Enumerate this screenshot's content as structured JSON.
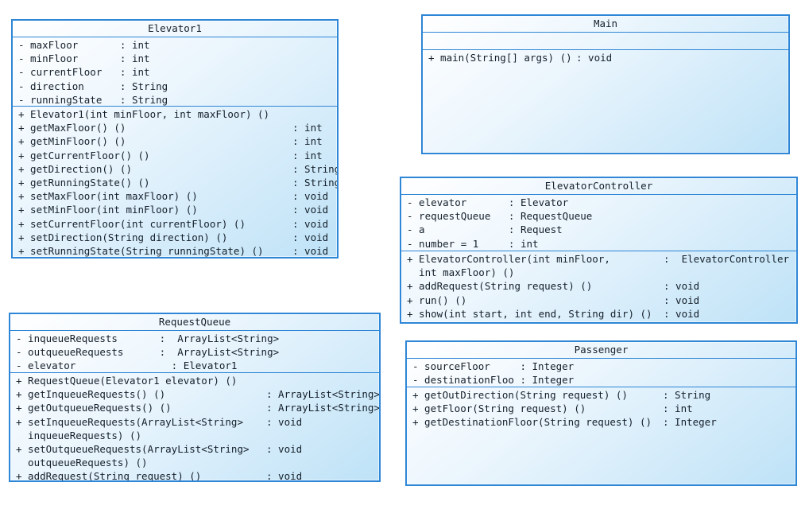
{
  "colors": {
    "box_border": "#2e86d6",
    "box_fill_light": "#ffffff",
    "box_fill_dark": "#bee2f7",
    "text": "#141f2a",
    "page_background": "#ffffff"
  },
  "classes": [
    {
      "name": "Elevator1",
      "attributes": [
        "- maxFloor       : int",
        "- minFloor       : int",
        "- currentFloor   : int",
        "- direction      : String",
        "- runningState   : String"
      ],
      "methods": [
        {
          "sig": "+ Elevator1(int minFloor, int maxFloor) ()",
          "ret": ""
        },
        {
          "sig": "+ getMaxFloor() ()",
          "ret": ": int"
        },
        {
          "sig": "+ getMinFloor() ()",
          "ret": ": int"
        },
        {
          "sig": "+ getCurrentFloor() ()",
          "ret": ": int"
        },
        {
          "sig": "+ getDirection() ()",
          "ret": ": String"
        },
        {
          "sig": "+ getRunningState() ()",
          "ret": ": String"
        },
        {
          "sig": "+ setMaxFloor(int maxFloor) ()",
          "ret": ": void"
        },
        {
          "sig": "+ setMinFloor(int minFloor) ()",
          "ret": ": void"
        },
        {
          "sig": "+ setCurrentFloor(int currentFloor) ()",
          "ret": ": void"
        },
        {
          "sig": "+ setDirection(String direction) ()",
          "ret": ": void"
        },
        {
          "sig": "+ setRunningState(String runningState) ()",
          "ret": ": void"
        }
      ]
    },
    {
      "name": "Main",
      "attributes": [],
      "methods": [
        {
          "sig": "+ main(String[] args) ()",
          "ret": ": void"
        }
      ]
    },
    {
      "name": "ElevatorController",
      "attributes": [
        "- elevator       : Elevator",
        "- requestQueue   : RequestQueue",
        "- a              : Request",
        "- number = 1     : int"
      ],
      "methods": [
        {
          "sig": "+ ElevatorController(int minFloor,\n  int maxFloor) ()",
          "ret": ":  ElevatorController"
        },
        {
          "sig": "+ addRequest(String request) ()",
          "ret": ": void"
        },
        {
          "sig": "+ run() ()",
          "ret": ": void"
        },
        {
          "sig": "+ show(int start, int end, String dir) ()",
          "ret": ": void"
        }
      ]
    },
    {
      "name": "RequestQueue",
      "attributes": [
        "- inqueueRequests       :  ArrayList<String>",
        "- outqueueRequests      :  ArrayList<String>",
        "- elevator                : Elevator1"
      ],
      "methods": [
        {
          "sig": "+ RequestQueue(Elevator1 elevator) ()",
          "ret": ""
        },
        {
          "sig": "+ getInqueueRequests() ()",
          "ret": ": ArrayList<String>"
        },
        {
          "sig": "+ getOutqueueRequests() ()",
          "ret": ": ArrayList<String>"
        },
        {
          "sig": "+ setInqueueRequests(ArrayList<String>\n  inqueueRequests) ()",
          "ret": ": void"
        },
        {
          "sig": "+ setOutqueueRequests(ArrayList<String>\n  outqueueRequests) ()",
          "ret": ": void"
        },
        {
          "sig": "+ addRequest(String request) ()",
          "ret": ": void"
        }
      ]
    },
    {
      "name": "Passenger",
      "attributes": [
        "- sourceFloor     : Integer",
        "- destinationFloo : Integer"
      ],
      "methods": [
        {
          "sig": "+ getOutDirection(String request) ()",
          "ret": ": String"
        },
        {
          "sig": "+ getFloor(String request) ()",
          "ret": ": int"
        },
        {
          "sig": "+ getDestinationFloor(String request) ()",
          "ret": ": Integer"
        }
      ]
    }
  ]
}
